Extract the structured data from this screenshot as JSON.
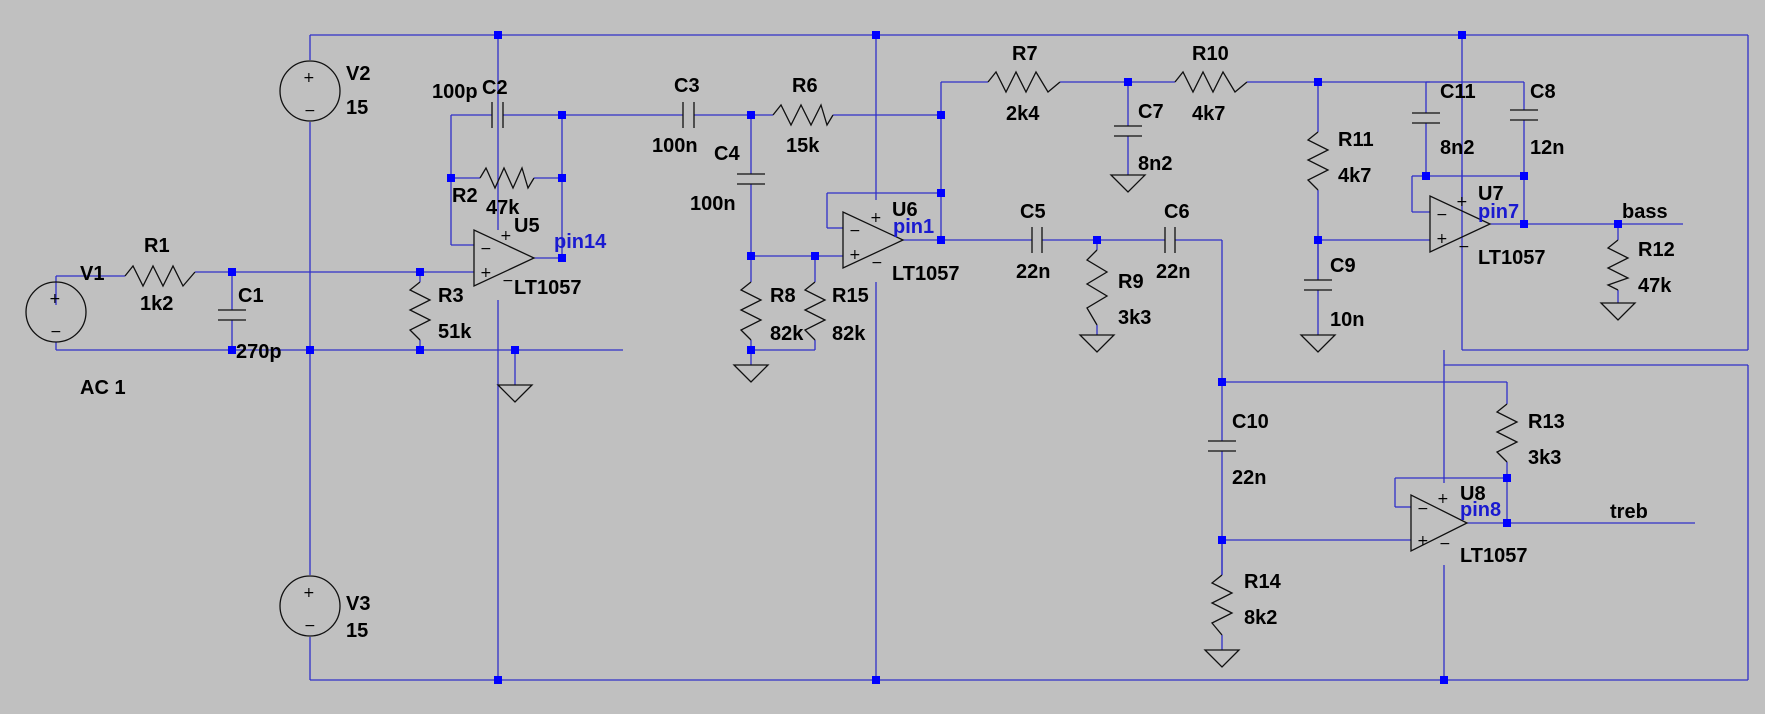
{
  "colors": {
    "background": "#c0c0c0",
    "wire": "#3030c8",
    "junction": "#0000ff",
    "component": "#101010",
    "net_label": "#1a1ad0"
  },
  "components": {
    "V1": {
      "name": "V1",
      "value": "AC 1"
    },
    "V2": {
      "name": "V2",
      "value": "15"
    },
    "V3": {
      "name": "V3",
      "value": "15"
    },
    "R1": {
      "name": "R1",
      "value": "1k2"
    },
    "C1": {
      "name": "C1",
      "value": "270p"
    },
    "R3": {
      "name": "R3",
      "value": "51k"
    },
    "C2": {
      "name": "C2",
      "value": "100p"
    },
    "R2": {
      "name": "R2",
      "value": "47k"
    },
    "U5": {
      "name": "U5",
      "value": "LT1057"
    },
    "C3": {
      "name": "C3",
      "value": "100n"
    },
    "C4": {
      "name": "C4",
      "value": "100n"
    },
    "R6": {
      "name": "R6",
      "value": "15k"
    },
    "R8": {
      "name": "R8",
      "value": "82k"
    },
    "R15": {
      "name": "R15",
      "value": "82k"
    },
    "U6": {
      "name": "U6",
      "value": "LT1057"
    },
    "R7": {
      "name": "R7",
      "value": "2k4"
    },
    "C7": {
      "name": "C7",
      "value": "8n2"
    },
    "R10": {
      "name": "R10",
      "value": "4k7"
    },
    "C5": {
      "name": "C5",
      "value": "22n"
    },
    "C6": {
      "name": "C6",
      "value": "22n"
    },
    "R9": {
      "name": "R9",
      "value": "3k3"
    },
    "R11": {
      "name": "R11",
      "value": "4k7"
    },
    "C9": {
      "name": "C9",
      "value": "10n"
    },
    "C11": {
      "name": "C11",
      "value": "8n2"
    },
    "C8": {
      "name": "C8",
      "value": "12n"
    },
    "U7": {
      "name": "U7",
      "value": "LT1057"
    },
    "R12": {
      "name": "R12",
      "value": "47k"
    },
    "C10": {
      "name": "C10",
      "value": "22n"
    },
    "R13": {
      "name": "R13",
      "value": "3k3"
    },
    "R14": {
      "name": "R14",
      "value": "8k2"
    },
    "U8": {
      "name": "U8",
      "value": "LT1057"
    }
  },
  "net_labels": {
    "pin14": "pin14",
    "pin1": "pin1",
    "pin7": "pin7",
    "pin8": "pin8",
    "bass": "bass",
    "treb": "treb"
  },
  "symbols": {
    "plus": "+",
    "minus": "−"
  }
}
